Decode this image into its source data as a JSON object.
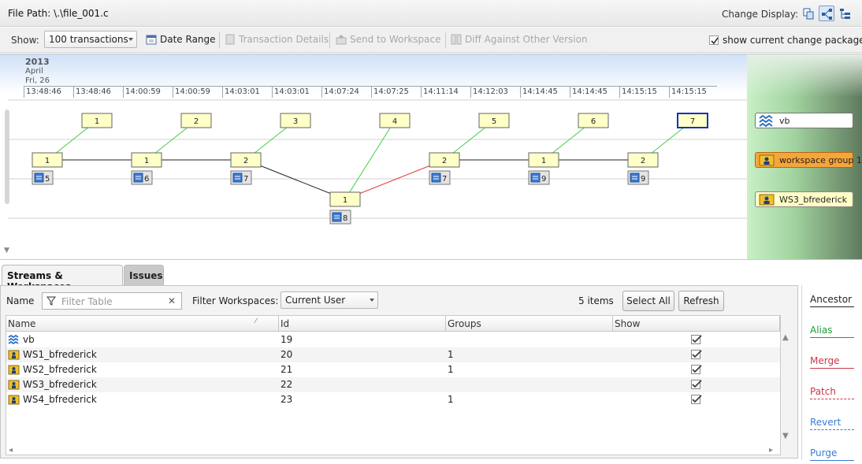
{
  "title": {
    "file_path": "File Path: \\.\\file_001.c",
    "change_display_label": "Change Display:",
    "display_modes": [
      "copy-icon",
      "graph-icon",
      "tree-icon"
    ]
  },
  "toolbar": {
    "show_label": "Show:",
    "show_value": "100 transactions",
    "date_range": "Date Range",
    "transaction_details": "Transaction Details",
    "send_to_workspace": "Send to Workspace",
    "diff_other_version": "Diff Against Other Version",
    "show_current_change_package": "show current change package",
    "show_current_change_package_checked": true
  },
  "timeline": {
    "year": "2013",
    "month": "April",
    "day": "Fri, 26",
    "ticks": [
      "13:48:46",
      "13:48:46",
      "14:00:59",
      "14:00:59",
      "14:03:01",
      "14:03:01",
      "14:07:24",
      "14:07:25",
      "14:11:14",
      "14:12:03",
      "14:14:45",
      "14:14:45",
      "14:15:15",
      "14:15:15"
    ]
  },
  "graph": {
    "vb_nodes": [
      "1",
      "2",
      "3",
      "4",
      "5",
      "6",
      "7"
    ],
    "group_nodes": [
      "1",
      "1",
      "2",
      "2",
      "1",
      "2"
    ],
    "group_badges": [
      "5",
      "6",
      "7",
      "7",
      "9",
      "9"
    ],
    "ws3_node": "1",
    "ws3_badge": "8",
    "colors": {
      "node_fill": "#ffffc8",
      "alias": "#3ecf3e",
      "merge": "#e23a3a",
      "ancestor": "#222222",
      "selected": "#1530c8"
    }
  },
  "streams": [
    {
      "label": "vb",
      "icon": "stream-icon"
    },
    {
      "label": "workspace group 1",
      "icon": "workspace-icon"
    },
    {
      "label": "WS3_bfrederick",
      "icon": "workspace-icon"
    }
  ],
  "tabs": [
    "Streams & Workspaces",
    "Issues"
  ],
  "filter": {
    "name_label": "Name",
    "placeholder": "Filter Table",
    "filter_workspaces_label": "Filter Workspaces:",
    "filter_workspaces_value": "Current User",
    "items_count": "5 items",
    "select_all": "Select All",
    "refresh": "Refresh"
  },
  "table": {
    "columns": [
      "Name",
      "Id",
      "Groups",
      "Show"
    ],
    "rows": [
      {
        "name": "vb",
        "id": "19",
        "groups": "",
        "show": true,
        "icon": "stream-icon"
      },
      {
        "name": "WS1_bfrederick",
        "id": "20",
        "groups": "1",
        "show": true,
        "icon": "workspace-icon"
      },
      {
        "name": "WS2_bfrederick",
        "id": "21",
        "groups": "1",
        "show": true,
        "icon": "workspace-icon"
      },
      {
        "name": "WS3_bfrederick",
        "id": "22",
        "groups": "",
        "show": true,
        "icon": "workspace-icon"
      },
      {
        "name": "WS4_bfrederick",
        "id": "23",
        "groups": "1",
        "show": true,
        "icon": "workspace-icon"
      }
    ]
  },
  "legend": [
    {
      "label": "Ancestor",
      "color": "#222222",
      "style": "solid"
    },
    {
      "label": "Alias",
      "color": "#1f9b3a",
      "style": "solid"
    },
    {
      "label": "Merge",
      "color": "#c8384a",
      "style": "solid"
    },
    {
      "label": "Patch",
      "color": "#c8384a",
      "style": "dashed"
    },
    {
      "label": "Revert",
      "color": "#3a7bd5",
      "style": "dashed"
    },
    {
      "label": "Purge",
      "color": "#3a7bd5",
      "style": "solid"
    }
  ]
}
